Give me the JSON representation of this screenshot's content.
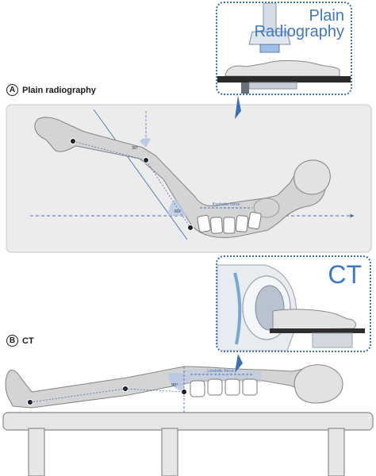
{
  "panel_a": {
    "letter": "A",
    "title": "Plain radiography",
    "inset_title_line1": "Plain",
    "inset_title_line2": "Radiography",
    "force_label": "Kyphotic force",
    "angle_knee": "30°",
    "angle_hip": "60°"
  },
  "panel_b": {
    "letter": "B",
    "title": "CT",
    "inset_title": "CT",
    "force_label": "Lordotic force",
    "angle_hip": "90°"
  },
  "colors": {
    "inset_border": "#3a6fb0",
    "inset_text": "#3f78c0",
    "panel_bg": "#ececec",
    "body_fill": "#d4d4d4",
    "body_stroke": "#8a8a8a",
    "axis_line": "#4a73b5",
    "force_marker": "#b9c8e2"
  }
}
